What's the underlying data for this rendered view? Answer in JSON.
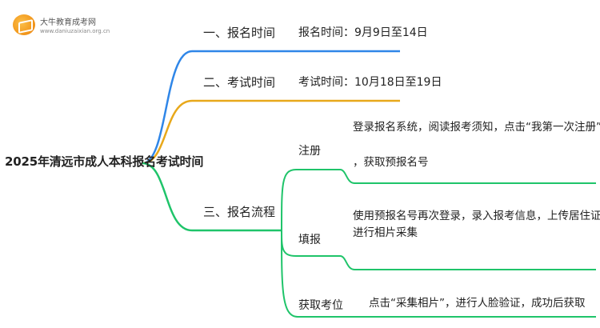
{
  "logo": {
    "icon": "open-book-icon",
    "title": "大牛教育成考网",
    "url": "www.daniuzaixian.org.cn"
  },
  "root": {
    "title": "2025年清远市成人本科报名考试时间"
  },
  "colors": {
    "branch1": "#2f86e8",
    "branch2": "#e8a81a",
    "branch3": "#1fc46a",
    "text": "#222222"
  },
  "branches": [
    {
      "title": "一、报名时间",
      "detail": "报名时间：9月9日至14日"
    },
    {
      "title": "二、考试时间",
      "detail": "考试时间：10月18日至19日"
    },
    {
      "title": "三、报名流程",
      "steps": [
        {
          "name": "注册",
          "lines": [
            "登录报名系统，阅读报考须知，点击“我第一次注册”，录入基本信息",
            "，获取预报名号"
          ]
        },
        {
          "name": "填报",
          "lines": [
            "使用预报名号再次登录，录入报考信息，上传居住证附件，填报志愿，",
            "进行相片采集",
            ""
          ]
        },
        {
          "name": "获取考位",
          "lines": [
            "点击“采集相片”，进行人脸验证，成功后获取"
          ]
        }
      ]
    }
  ]
}
